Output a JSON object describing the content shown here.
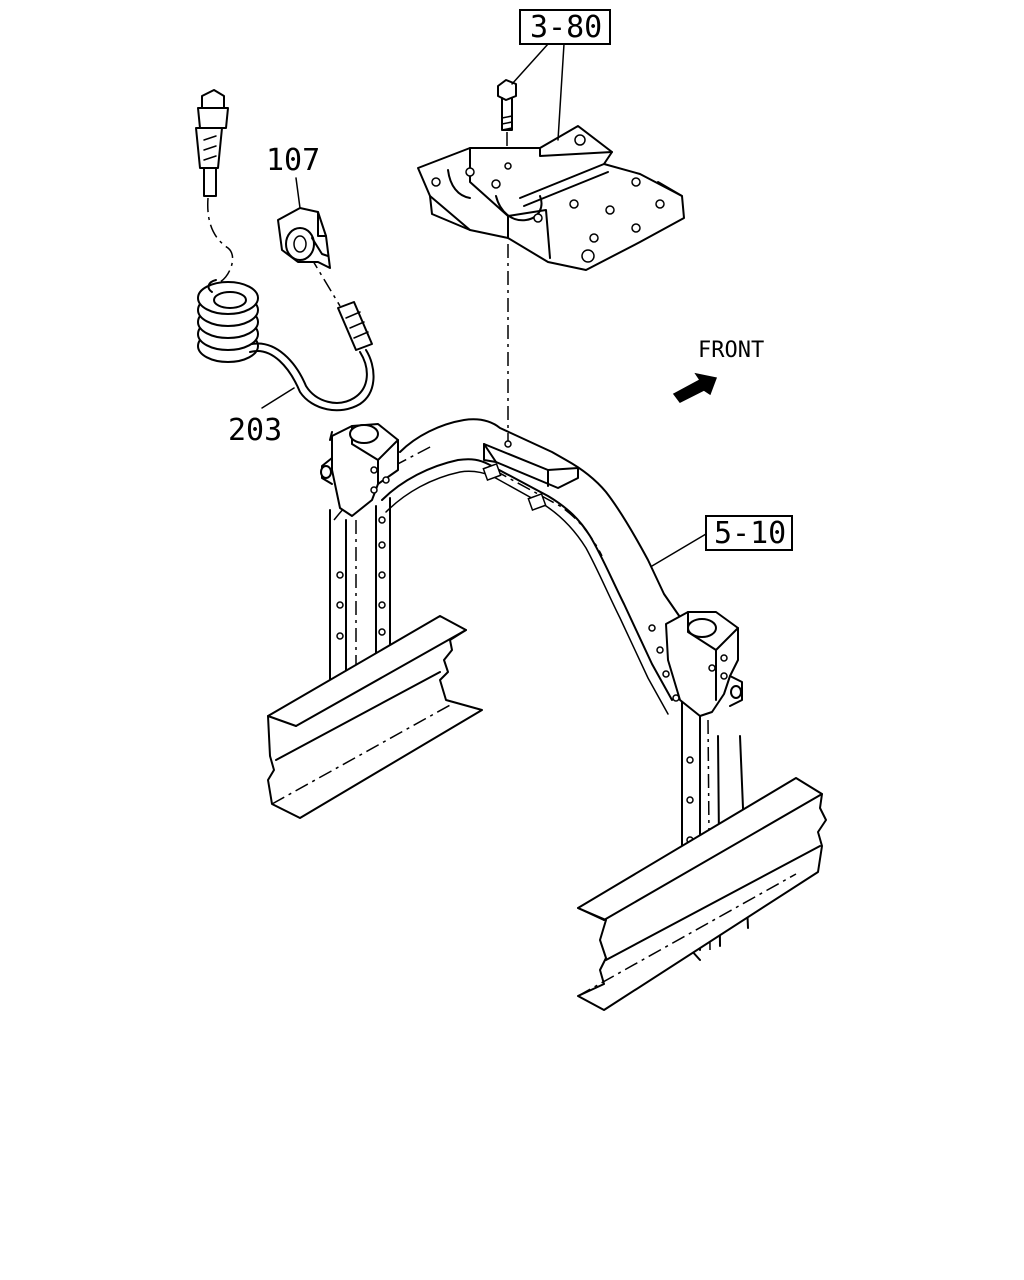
{
  "callouts": {
    "ref_bracket": "3-80",
    "ref_frame": "5-10",
    "part_clip": "107",
    "part_harness": "203"
  },
  "direction": {
    "label": "FRONT"
  },
  "colors": {
    "line": "#000000",
    "background": "#ffffff"
  }
}
